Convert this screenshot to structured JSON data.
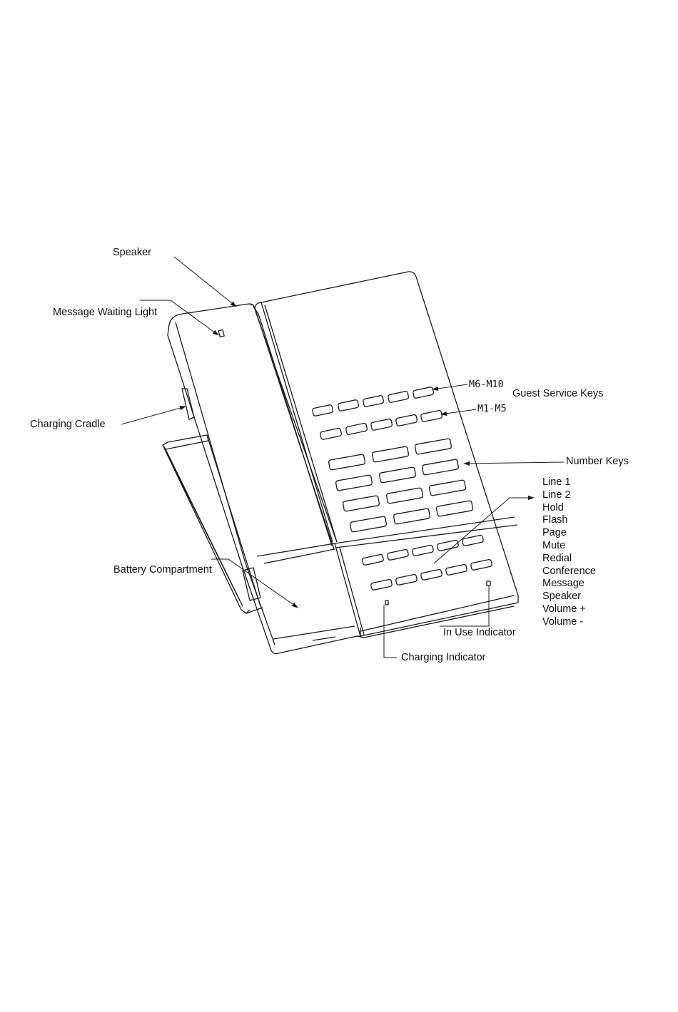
{
  "labels": {
    "speaker": "Speaker",
    "message_waiting_light": "Message Waiting Light",
    "charging_cradle": "Charging Cradle",
    "battery_compartment": "Battery Compartment",
    "m6_m10": "M6-M10",
    "m1_m5": "M1-M5",
    "guest_service_keys": "Guest Service Keys",
    "number_keys": "Number Keys",
    "in_use_indicator": "In Use Indicator",
    "charging_indicator": "Charging Indicator"
  },
  "function_keys": [
    "Line 1",
    "Line 2",
    "Hold",
    "Flash",
    "Page",
    "Mute",
    "Redial",
    "Conference",
    "Message",
    "Speaker",
    "Volume +",
    "Volume -"
  ],
  "colors": {
    "line": "#1a1a1a",
    "background": "#ffffff"
  }
}
